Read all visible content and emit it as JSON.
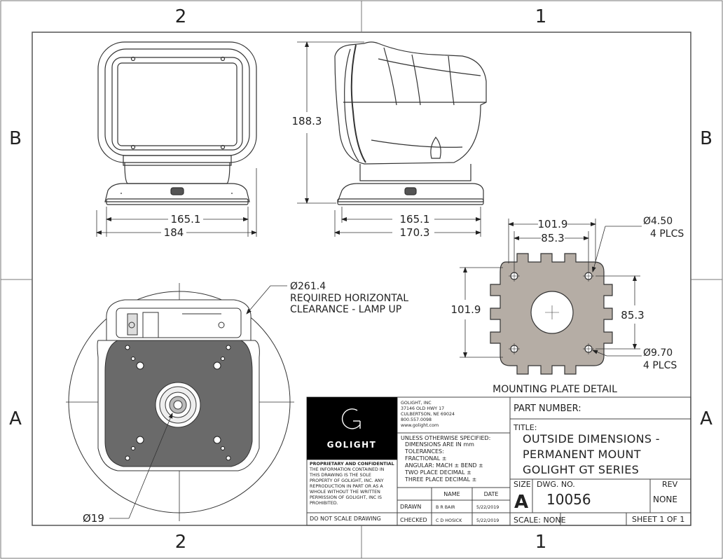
{
  "zones": {
    "top_left": "2",
    "top_right": "1",
    "bottom_left": "2",
    "bottom_right": "1",
    "left_upper": "B",
    "left_lower": "A",
    "right_upper": "B",
    "right_lower": "A"
  },
  "dimensions": {
    "front_inner_width": "165.1",
    "front_outer_width": "184",
    "side_height": "188.3",
    "side_inner_width": "165.1",
    "side_outer_width": "170.3",
    "plate_top_outer": "101.9",
    "plate_top_inner": "85.3",
    "plate_left": "101.9",
    "plate_right": "85.3",
    "hole_small_dia": "Ø4.50",
    "hole_small_count": "4 PLCS",
    "hole_large_dia": "Ø9.70",
    "hole_large_count": "4 PLCS",
    "center_dia": "Ø19",
    "clearance_dia": "Ø261.4",
    "clearance_line1": "REQUIRED HORIZONTAL",
    "clearance_line2": "CLEARANCE - LAMP UP"
  },
  "plate_detail_label": "MOUNTING PLATE DETAIL",
  "title_block": {
    "logo_text": "GOLIGHT",
    "address": [
      "GOLIGHT, INC",
      "37146 OLD HWY 17",
      "CULBERTSON, NE 69024",
      "800.557.0098",
      "www.golight.com"
    ],
    "tolerances": [
      "UNLESS OTHERWISE SPECIFIED:",
      "DIMENSIONS ARE IN mm",
      "TOLERANCES:",
      "FRACTIONAL ±",
      "ANGULAR: MACH ±    BEND ±",
      "TWO PLACE DECIMAL   ±",
      "THREE PLACE DECIMAL  ±"
    ],
    "proprietary_heading": "PROPRIETARY AND CONFIDENTIAL",
    "proprietary_text": [
      "THE INFORMATION CONTAINED IN",
      "THIS DRAWING IS THE SOLE",
      "PROPERTY OF GOLIGHT, INC.  ANY",
      "REPRODUCTION IN PART OR AS A",
      "WHOLE WITHOUT THE WRITTEN",
      "PERMISSION OF GOLIGHT, INC IS",
      "PROHIBITED."
    ],
    "do_not_scale": "DO NOT SCALE DRAWING",
    "col_name": "NAME",
    "col_date": "DATE",
    "drawn_label": "DRAWN",
    "drawn_name": "B R BAIR",
    "drawn_date": "5/22/2019",
    "checked_label": "CHECKED",
    "checked_name": "C D HOSICK",
    "checked_date": "5/22/2019",
    "part_number_label": "PART NUMBER:",
    "title_label": "TITLE:",
    "title_lines": [
      "OUTSIDE DIMENSIONS -",
      "PERMANENT MOUNT",
      "GOLIGHT GT SERIES"
    ],
    "size_label": "SIZE",
    "size_value": "A",
    "dwg_label": "DWG.  NO.",
    "dwg_value": "10056",
    "rev_label": "REV",
    "rev_value": "NONE",
    "scale": "SCALE: NONE",
    "sheet": "SHEET 1 OF 1"
  }
}
